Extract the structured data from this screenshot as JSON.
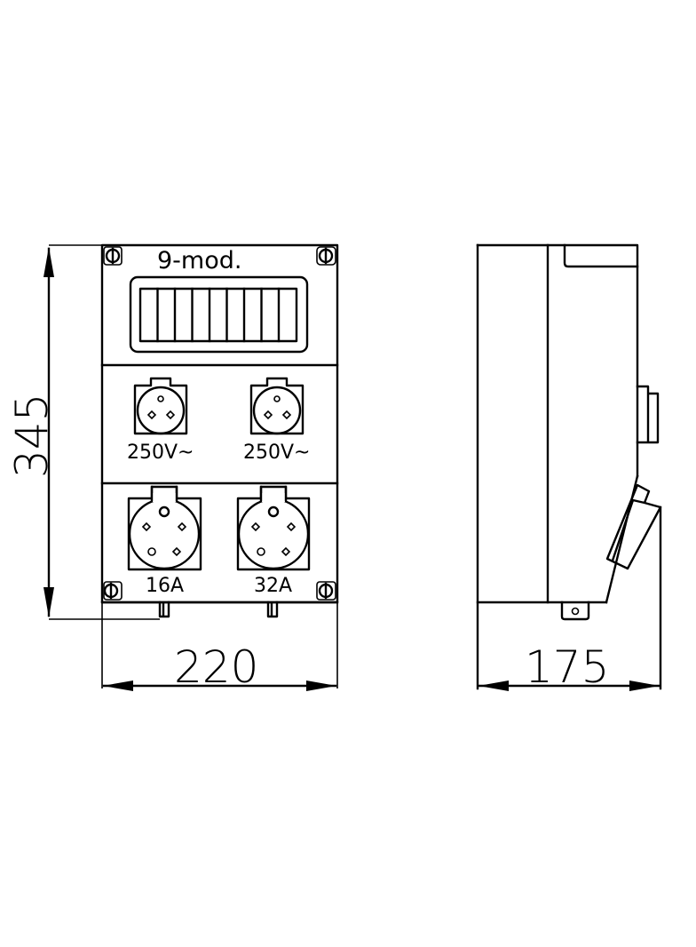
{
  "drawing": {
    "front_view": {
      "module_label": "9-mod.",
      "module_count": 9,
      "sockets_row1": [
        {
          "label": "250V~"
        },
        {
          "label": "250V~"
        }
      ],
      "sockets_row2": [
        {
          "label": "16A"
        },
        {
          "label": "32A"
        }
      ]
    },
    "dimensions": {
      "height": "345",
      "width": "220",
      "depth": "175"
    },
    "colors": {
      "line": "#000000",
      "background": "#ffffff"
    }
  }
}
